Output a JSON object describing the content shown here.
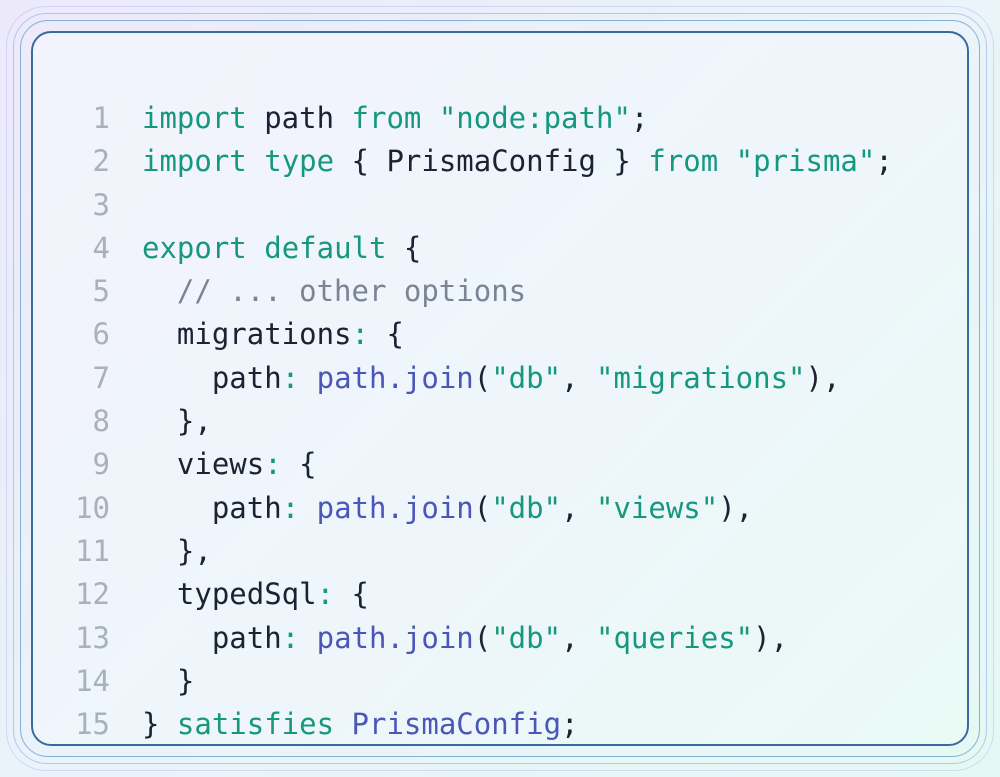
{
  "code": {
    "lines": [
      {
        "num": "1",
        "tokens": [
          {
            "t": "import",
            "c": "kw"
          },
          {
            "t": " path ",
            "c": "pl"
          },
          {
            "t": "from",
            "c": "kw"
          },
          {
            "t": " ",
            "c": "pl"
          },
          {
            "t": "\"node:path\"",
            "c": "str"
          },
          {
            "t": ";",
            "c": "pl"
          }
        ]
      },
      {
        "num": "2",
        "tokens": [
          {
            "t": "import",
            "c": "kw"
          },
          {
            "t": " ",
            "c": "pl"
          },
          {
            "t": "type",
            "c": "kw"
          },
          {
            "t": " { PrismaConfig } ",
            "c": "pl"
          },
          {
            "t": "from",
            "c": "kw"
          },
          {
            "t": " ",
            "c": "pl"
          },
          {
            "t": "\"prisma\"",
            "c": "str"
          },
          {
            "t": ";",
            "c": "pl"
          }
        ]
      },
      {
        "num": "3",
        "tokens": []
      },
      {
        "num": "4",
        "tokens": [
          {
            "t": "export",
            "c": "kw"
          },
          {
            "t": " ",
            "c": "pl"
          },
          {
            "t": "default",
            "c": "kw"
          },
          {
            "t": " {",
            "c": "pl"
          }
        ]
      },
      {
        "num": "5",
        "tokens": [
          {
            "t": "  // ... other options",
            "c": "cm"
          }
        ]
      },
      {
        "num": "6",
        "tokens": [
          {
            "t": "  migrations",
            "c": "pl"
          },
          {
            "t": ":",
            "c": "kw"
          },
          {
            "t": " {",
            "c": "pl"
          }
        ]
      },
      {
        "num": "7",
        "tokens": [
          {
            "t": "    path",
            "c": "pl"
          },
          {
            "t": ": ",
            "c": "kw"
          },
          {
            "t": "path.join",
            "c": "fn"
          },
          {
            "t": "(",
            "c": "pl"
          },
          {
            "t": "\"db\"",
            "c": "str"
          },
          {
            "t": ", ",
            "c": "pl"
          },
          {
            "t": "\"migrations\"",
            "c": "str"
          },
          {
            "t": "),",
            "c": "pl"
          }
        ]
      },
      {
        "num": "8",
        "tokens": [
          {
            "t": "  },",
            "c": "pl"
          }
        ]
      },
      {
        "num": "9",
        "tokens": [
          {
            "t": "  views",
            "c": "pl"
          },
          {
            "t": ":",
            "c": "kw"
          },
          {
            "t": " {",
            "c": "pl"
          }
        ]
      },
      {
        "num": "10",
        "tokens": [
          {
            "t": "    path",
            "c": "pl"
          },
          {
            "t": ": ",
            "c": "kw"
          },
          {
            "t": "path.join",
            "c": "fn"
          },
          {
            "t": "(",
            "c": "pl"
          },
          {
            "t": "\"db\"",
            "c": "str"
          },
          {
            "t": ", ",
            "c": "pl"
          },
          {
            "t": "\"views\"",
            "c": "str"
          },
          {
            "t": "),",
            "c": "pl"
          }
        ]
      },
      {
        "num": "11",
        "tokens": [
          {
            "t": "  },",
            "c": "pl"
          }
        ]
      },
      {
        "num": "12",
        "tokens": [
          {
            "t": "  typedSql",
            "c": "pl"
          },
          {
            "t": ":",
            "c": "kw"
          },
          {
            "t": " {",
            "c": "pl"
          }
        ]
      },
      {
        "num": "13",
        "tokens": [
          {
            "t": "    path",
            "c": "pl"
          },
          {
            "t": ": ",
            "c": "kw"
          },
          {
            "t": "path.join",
            "c": "fn"
          },
          {
            "t": "(",
            "c": "pl"
          },
          {
            "t": "\"db\"",
            "c": "str"
          },
          {
            "t": ", ",
            "c": "pl"
          },
          {
            "t": "\"queries\"",
            "c": "str"
          },
          {
            "t": "),",
            "c": "pl"
          }
        ]
      },
      {
        "num": "14",
        "tokens": [
          {
            "t": "  }",
            "c": "pl"
          }
        ]
      },
      {
        "num": "15",
        "tokens": [
          {
            "t": "} ",
            "c": "pl"
          },
          {
            "t": "satisfies",
            "c": "kw"
          },
          {
            "t": " ",
            "c": "pl"
          },
          {
            "t": "PrismaConfig",
            "c": "fn"
          },
          {
            "t": ";",
            "c": "pl"
          }
        ]
      }
    ]
  },
  "colors": {
    "keyword": "#16987f",
    "string": "#16987f",
    "function": "#4b57b8",
    "comment": "#7a8494",
    "plain": "#1b2333",
    "line_number": "#a9b1bc",
    "frame_border": "#3b6aa3"
  }
}
